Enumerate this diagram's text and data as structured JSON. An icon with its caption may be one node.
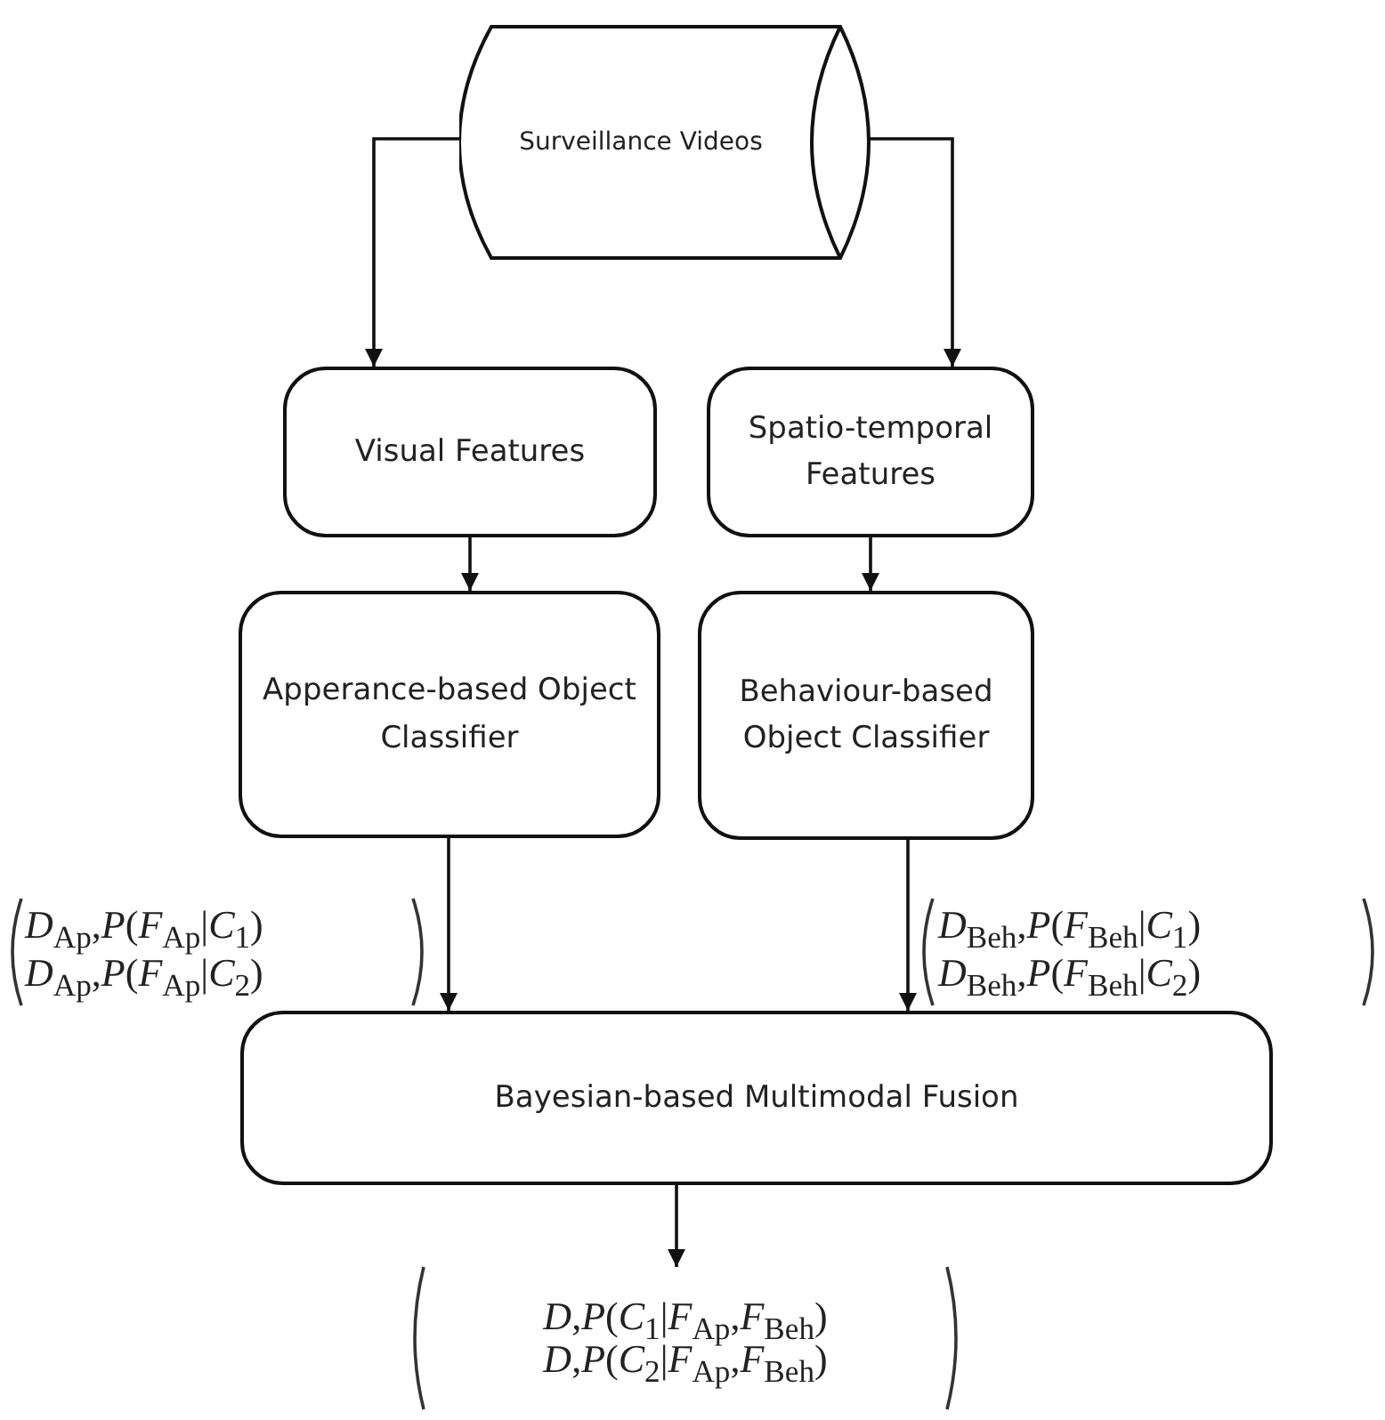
{
  "diagram": {
    "nodes": [
      {
        "text": [
          "Surveillance Videos"
        ]
      },
      {
        "text": [
          "Visual Features"
        ]
      },
      {
        "text": [
          "Spatio-temporal Features"
        ]
      },
      {
        "text": [
          "Apperance-based Object Classifier"
        ]
      },
      {
        "text": [
          "Behaviour-based Object Classifier"
        ]
      },
      {
        "text": [
          "Bayesian-based Multimodal Fusion"
        ]
      },
      {
        "text": [
          "*D*,*P*(*C*$_{1}$|*F*$_{Ap}$,*F*$_{Beh}$)",
          "*D*,*P*(*C*$_{2}$|*F*$_{Ap}$,*F*$_{Beh}$)"
        ]
      }
    ],
    "edges": [
      {
        "from": 0,
        "to": 1,
        "arrow": "to"
      },
      {
        "from": 0,
        "to": 2,
        "arrow": "to"
      },
      {
        "from": 1,
        "to": 3,
        "arrow": "to"
      },
      {
        "from": 2,
        "to": 4,
        "arrow": "to"
      },
      {
        "from": 3,
        "to": 5,
        "arrow": "to"
      },
      {
        "from": 4,
        "to": 5,
        "arrow": "to"
      },
      {
        "from": 5,
        "to": 6,
        "arrow": "to"
      }
    ],
    "labels": [
      "*D*$_{Ap}$,*P*(*F*$_{Ap}$|*C*$_{1}$)",
      "*D*$_{Ap}$,*P*(*F*$_{Ap}$|*C*$_{2}$)",
      "*D*$_{Beh}$,*P*(*F*$_{Beh}$|*C*$_{1}$)",
      "*D*$_{Beh}$,*P*(*F*$_{Beh}$|*C*$_{2}$)"
    ]
  }
}
